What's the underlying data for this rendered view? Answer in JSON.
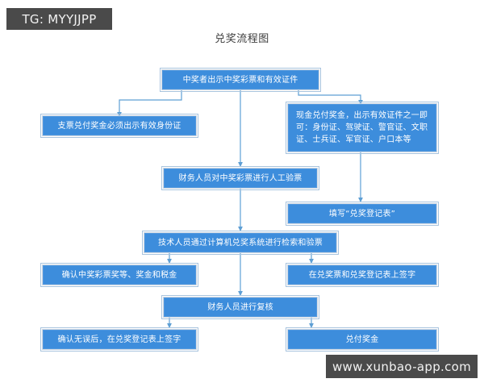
{
  "meta": {
    "title": "兑奖流程图"
  },
  "watermarks": {
    "telegram_badge": "TG: MYYJJPP",
    "site_badge": "www.xunbao-app.com"
  },
  "colors": {
    "node_fill": "#3d8ddc",
    "node_border": "#cfd8e3",
    "node_outline": "#a9c4de",
    "connector": "#5e9fd4",
    "badge_bg": "#4a4a4a",
    "badge_text": "#f2f2f2",
    "title_text": "#3b3b3b",
    "page_bg": "#ffffff"
  },
  "flowchart": {
    "type": "flowchart",
    "orientation": "top-to-bottom",
    "nodes": [
      {
        "id": "n1",
        "label": "中奖者出示中奖彩票和有效证件",
        "lines": [
          "中奖者出示中奖彩票和有效证件"
        ]
      },
      {
        "id": "n2",
        "label": "支票兑付奖金必须出示有效身份证",
        "lines": [
          "支票兑付奖金必须出示有效身份证"
        ]
      },
      {
        "id": "n3",
        "label": "现金兑付奖金，出示有效证件之一即可：身份证、驾驶证、警官证、文职证、士兵证、军官证、户口本等",
        "lines": [
          "现金兑付奖金，出示有效证件之一即",
          "可：身份证、驾驶证、警官证、文职",
          "证、士兵证、军官证、户口本等"
        ]
      },
      {
        "id": "n4",
        "label": "财务人员对中奖彩票进行人工验票",
        "lines": [
          "财务人员对中奖彩票进行人工验票"
        ]
      },
      {
        "id": "n5",
        "label": "填写“兑奖登记表”",
        "lines": [
          "填写“兑奖登记表”"
        ]
      },
      {
        "id": "n6",
        "label": "技术人员通过计算机兑奖系统进行检索和验票",
        "lines": [
          "技术人员通过计算机兑奖系统进行检索和验票"
        ]
      },
      {
        "id": "n7",
        "label": "确认中奖彩票奖等、奖金和税金",
        "lines": [
          "确认中奖彩票奖等、奖金和税金"
        ]
      },
      {
        "id": "n8",
        "label": "在兑奖票和兑奖登记表上签字",
        "lines": [
          "在兑奖票和兑奖登记表上签字"
        ]
      },
      {
        "id": "n9",
        "label": "财务人员进行复核",
        "lines": [
          "财务人员进行复核"
        ]
      },
      {
        "id": "n10",
        "label": "确认无误后，在兑奖登记表上签字",
        "lines": [
          "确认无误后，在兑奖登记表上签字"
        ]
      },
      {
        "id": "n11",
        "label": "兑付奖金",
        "lines": [
          "兑付奖金"
        ]
      }
    ],
    "edges": [
      {
        "from": "n1",
        "to": "n2"
      },
      {
        "from": "n1",
        "to": "n3"
      },
      {
        "from": "n1",
        "to": "n4"
      },
      {
        "from": "n3",
        "to": "n5"
      },
      {
        "from": "n4",
        "to": "n6"
      },
      {
        "from": "n6",
        "to": "n7"
      },
      {
        "from": "n6",
        "to": "n8"
      },
      {
        "from": "n6",
        "to": "n9"
      },
      {
        "from": "n9",
        "to": "n10"
      },
      {
        "from": "n9",
        "to": "n11"
      }
    ]
  }
}
